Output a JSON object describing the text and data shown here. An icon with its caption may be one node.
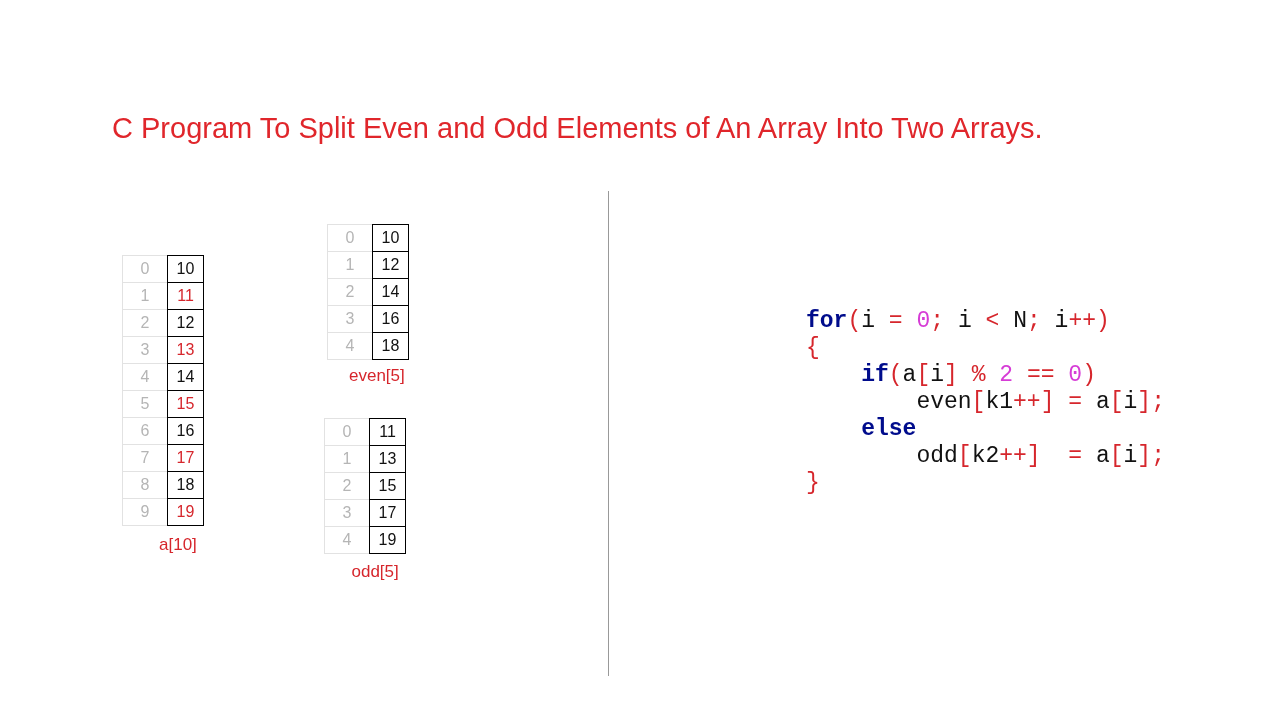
{
  "diagram": {
    "title": "C Program To Split Even and Odd Elements of An Array Into Two Arrays.",
    "labels": [
      "0",
      "10",
      "1",
      "11",
      "2",
      "12",
      "3",
      "13",
      "4",
      "14",
      "5",
      "15",
      "6",
      "16",
      "7",
      "17",
      "8",
      "18",
      "9",
      "19",
      "a[10]",
      "0",
      "10",
      "1",
      "12",
      "2",
      "14",
      "3",
      "16",
      "4",
      "18",
      "even[5]",
      "0",
      "11",
      "1",
      "13",
      "2",
      "15",
      "3",
      "17",
      "4",
      "19",
      "odd[5]",
      "**for**(i = 0; i < N; i++)",
      "{",
      "**if**(a[i] % 2 == 0)",
      "even[k1++] = a[i];",
      "**else**",
      "odd[k2++]  = a[i];",
      "}"
    ]
  }
}
